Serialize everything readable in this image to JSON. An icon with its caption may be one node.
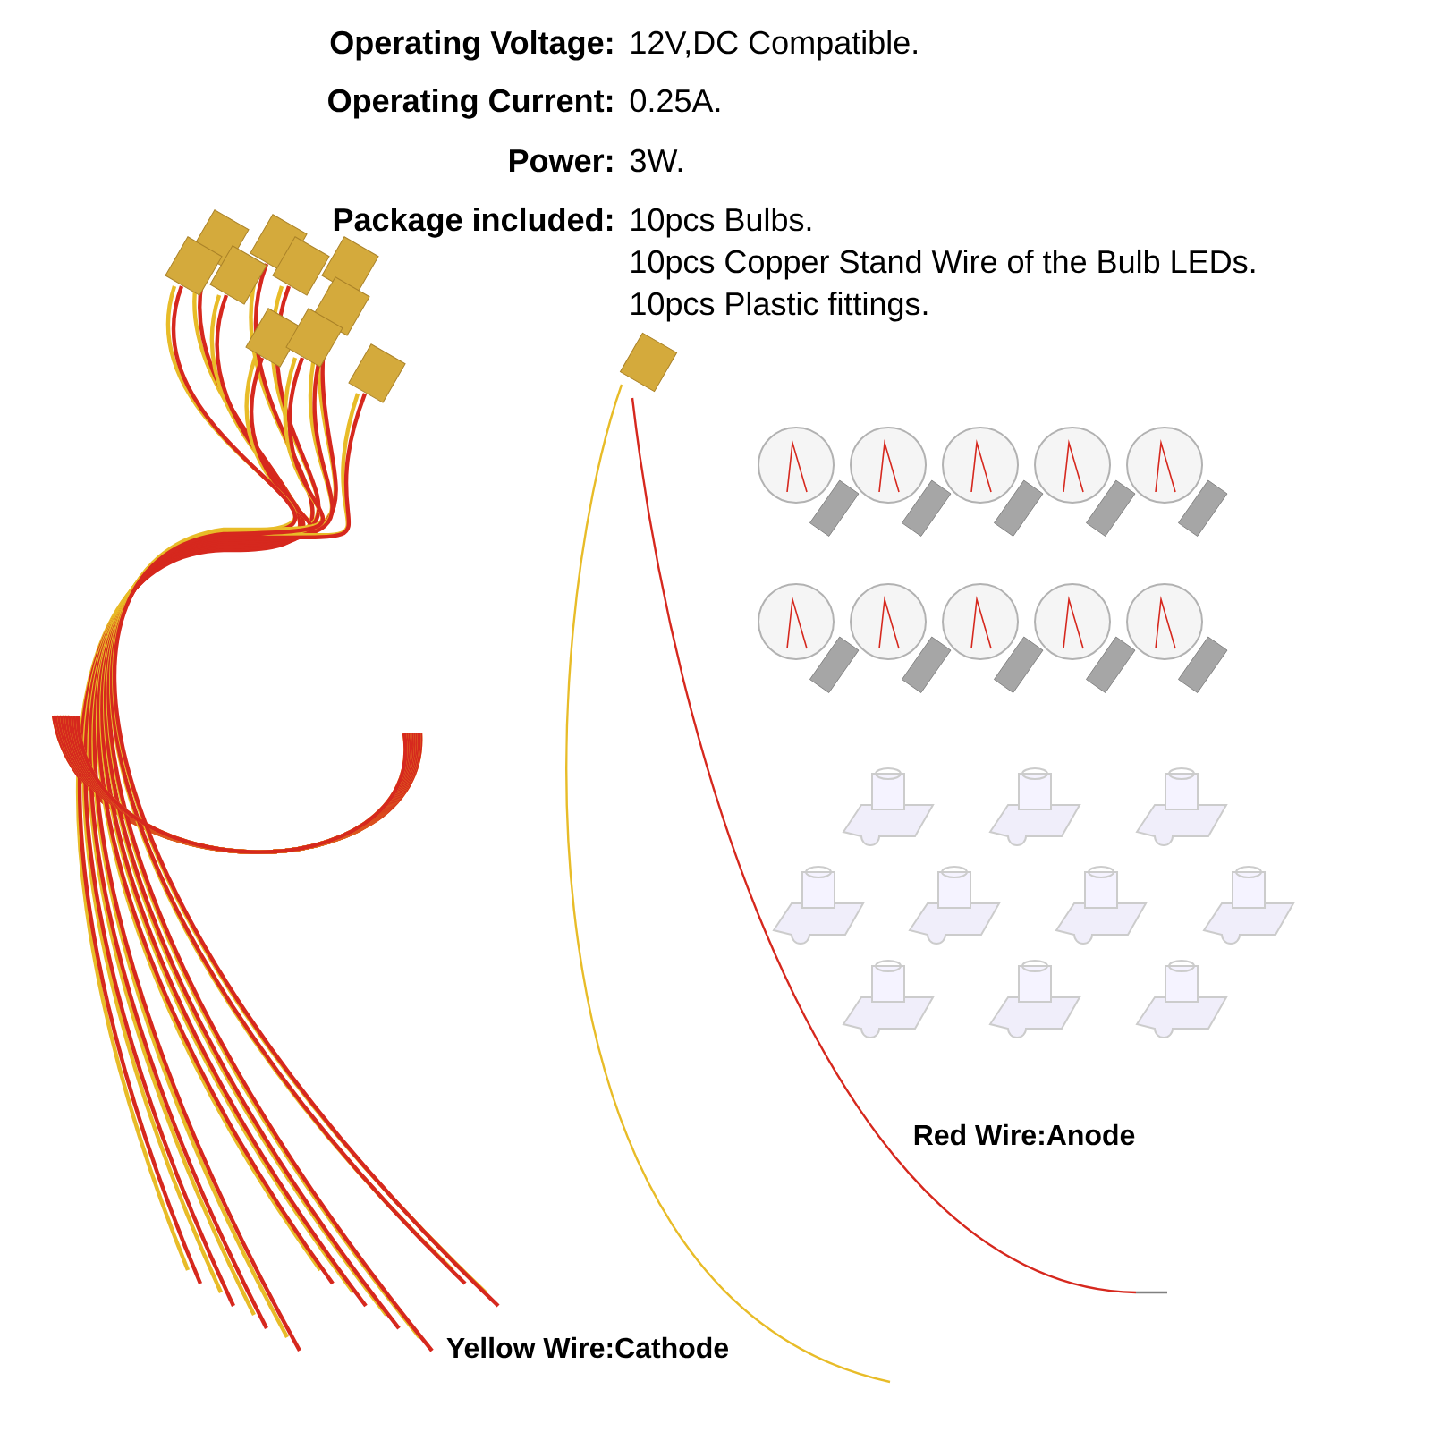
{
  "diagram": {
    "labels": [
      "Operating Voltage:",
      "12V,DC Compatible.",
      "Operating Current:",
      "0.25A.",
      "Power:",
      "3W.",
      "Package included:",
      "10pcs Bulbs.",
      "10pcs Copper Stand Wire of the Bulb LEDs.",
      "10pcs Plastic fittings.",
      "Red Wire:Anode",
      "Yellow Wire:Cathode"
    ]
  }
}
